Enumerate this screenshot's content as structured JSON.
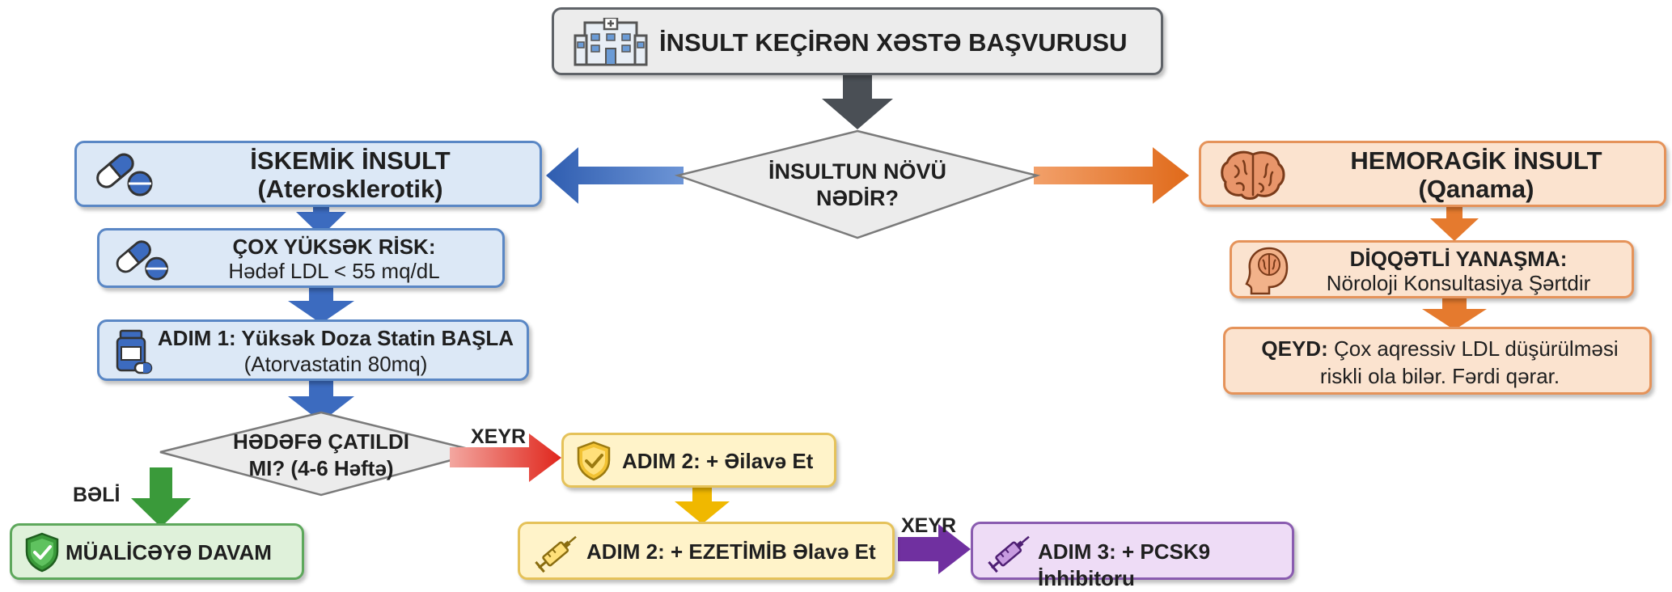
{
  "start": {
    "title": "İNSULT KEÇİRƏN XƏSTƏ BAŞVURUSU",
    "icon": "hospital-icon"
  },
  "decision_type": {
    "line1": "İNSULTUN NÖVÜ",
    "line2": "NƏDİR?"
  },
  "ischemic": {
    "title": "İSKEMİK İNSULT",
    "subtitle": "(Aterosklerotik)",
    "icon": "pills-icon",
    "risk": {
      "title": "ÇOX YÜKSƏK RİSK:",
      "text": "Hədəf LDL < 55 mq/dL",
      "icon": "pills-icon"
    },
    "step1": {
      "title": "ADIM 1: Yüksək Doza Statin BAŞLA",
      "text": "(Atorvastatin 80mq)",
      "icon": "medicine-bottle-icon"
    },
    "decision_goal": {
      "line1": "HƏDƏFƏ ÇATILDI",
      "line2": "MI? (4-6 Həftə)"
    },
    "yes_label": "BƏLİ",
    "no_label_1": "XEYR",
    "no_label_2": "XEYR",
    "continue": {
      "title": "MÜALİCƏYƏ DAVAM",
      "icon": "shield-check-icon"
    },
    "step2_add": {
      "title": "ADIM 2: + Əilavə Et",
      "icon": "shield-check-icon"
    },
    "step2_ezetimibe": {
      "title": "ADIM 2: + EZETİMİB Əlavə Et",
      "icon": "syringe-icon"
    },
    "step3": {
      "title": "ADIM 3: + PCSK9 İnhibitoru",
      "icon": "syringe-icon"
    }
  },
  "hemorrhagic": {
    "title": "HEMORAGİK İNSULT",
    "subtitle": "(Qanama)",
    "icon": "brain-icon",
    "careful": {
      "title": "DİQQƏTLİ YANAŞMA:",
      "text": "Nöroloji Konsultasiya Şərtdir",
      "icon": "head-brain-icon"
    },
    "note": {
      "label": "QEYD:",
      "text1": "Çox aqressiv LDL düşürülməsi",
      "text2": "riskli ola bilər. Fərdi qərar."
    }
  },
  "colors": {
    "gray": "#5f6368",
    "blue": "#4472c4",
    "orange": "#ed7d31",
    "yellow": "#f4c430",
    "green": "#3a9a3a",
    "purple": "#7030a0",
    "red": "#e83a2e"
  }
}
